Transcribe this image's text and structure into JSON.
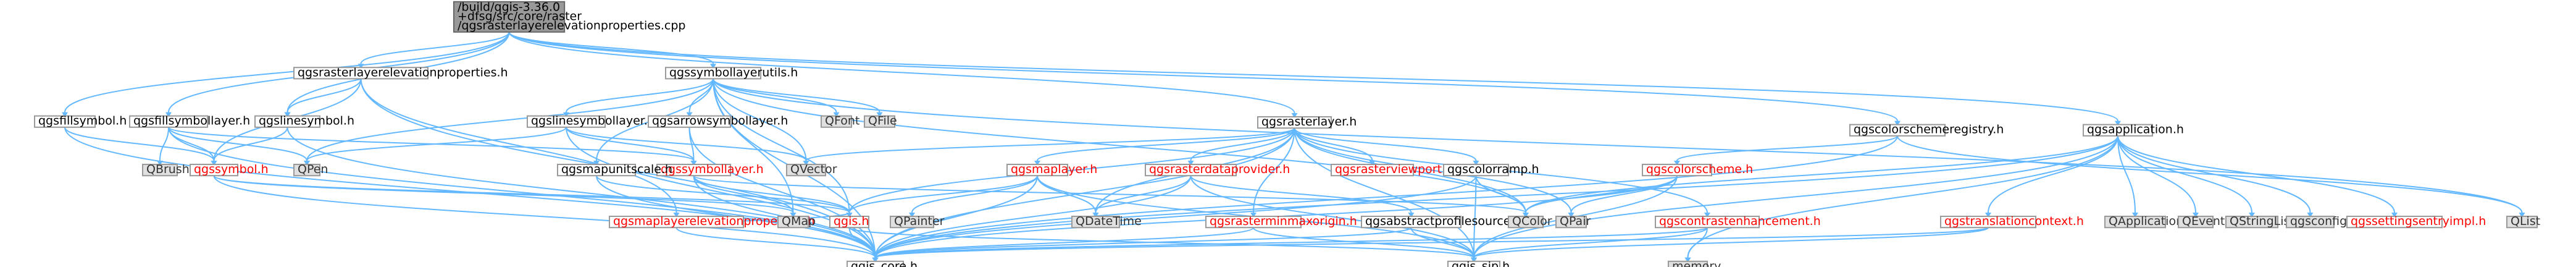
{
  "diagram": {
    "nodes": [
      {
        "id": "root",
        "lines": [
          "/build/qgis-3.36.0",
          "+dfsg/src/core/raster",
          "/qgsrasterlayerelevationproperties.cpp"
        ],
        "kind": "root"
      },
      {
        "id": "rlep_h",
        "lines": [
          "qgsrasterlayerelevationproperties.h"
        ],
        "kind": "normal"
      },
      {
        "id": "symlayerutils_h",
        "lines": [
          "qgssymbollayerutils.h"
        ],
        "kind": "normal"
      },
      {
        "id": "rasterlayer_h",
        "lines": [
          "qgsrasterlayer.h"
        ],
        "kind": "normal"
      },
      {
        "id": "colorschemereg_h",
        "lines": [
          "qgscolorschemeregistry.h"
        ],
        "kind": "normal"
      },
      {
        "id": "application_h",
        "lines": [
          "qgsapplication.h"
        ],
        "kind": "normal"
      },
      {
        "id": "fillsymbol_h",
        "lines": [
          "qgsfillsymbol.h"
        ],
        "kind": "normal"
      },
      {
        "id": "fillsymlayer_h",
        "lines": [
          "qgsfillsymbollayer.h"
        ],
        "kind": "normal"
      },
      {
        "id": "linesymbol_h",
        "lines": [
          "qgslinesymbol.h"
        ],
        "kind": "normal"
      },
      {
        "id": "linesymlayer_h",
        "lines": [
          "qgslinesymbollayer.h"
        ],
        "kind": "normal"
      },
      {
        "id": "arrowsymlayer_h",
        "lines": [
          "qgsarrowsymbollayer.h"
        ],
        "kind": "normal"
      },
      {
        "id": "QFont",
        "lines": [
          "QFont"
        ],
        "kind": "missing"
      },
      {
        "id": "QFile",
        "lines": [
          "QFile"
        ],
        "kind": "missing"
      },
      {
        "id": "QBrush",
        "lines": [
          "QBrush"
        ],
        "kind": "missing"
      },
      {
        "id": "symbol_h",
        "lines": [
          "qgssymbol.h"
        ],
        "kind": "red"
      },
      {
        "id": "QPen",
        "lines": [
          "QPen"
        ],
        "kind": "missing"
      },
      {
        "id": "symbollayer_h",
        "lines": [
          "qgssymbollayer.h"
        ],
        "kind": "red"
      },
      {
        "id": "QVector",
        "lines": [
          "QVector"
        ],
        "kind": "missing"
      },
      {
        "id": "mapunitscale_h",
        "lines": [
          "qgsmapunitscale.h"
        ],
        "kind": "normal"
      },
      {
        "id": "maplayer_h",
        "lines": [
          "qgsmaplayer.h"
        ],
        "kind": "red"
      },
      {
        "id": "rasterdataprov_h",
        "lines": [
          "qgsrasterdataprovider.h"
        ],
        "kind": "red"
      },
      {
        "id": "rasterviewport_h",
        "lines": [
          "qgsrasterviewport.h"
        ],
        "kind": "red"
      },
      {
        "id": "colorramp_h",
        "lines": [
          "qgscolorramp.h"
        ],
        "kind": "normal"
      },
      {
        "id": "colorscheme_h",
        "lines": [
          "qgscolorscheme.h"
        ],
        "kind": "red"
      },
      {
        "id": "mlep_h",
        "lines": [
          "qgsmaplayerelevationproperties.h"
        ],
        "kind": "red"
      },
      {
        "id": "QMap",
        "lines": [
          "QMap"
        ],
        "kind": "missing"
      },
      {
        "id": "qgis_h",
        "lines": [
          "qgis.h"
        ],
        "kind": "red"
      },
      {
        "id": "QPainter",
        "lines": [
          "QPainter"
        ],
        "kind": "missing"
      },
      {
        "id": "QDateTime",
        "lines": [
          "QDateTime"
        ],
        "kind": "missing"
      },
      {
        "id": "rastermin_h",
        "lines": [
          "qgsrasterminmaxorigin.h"
        ],
        "kind": "red"
      },
      {
        "id": "absprofile_h",
        "lines": [
          "qgsabstractprofilesource.h"
        ],
        "kind": "normal"
      },
      {
        "id": "QColor",
        "lines": [
          "QColor"
        ],
        "kind": "missing"
      },
      {
        "id": "QPair",
        "lines": [
          "QPair"
        ],
        "kind": "missing"
      },
      {
        "id": "contrast_h",
        "lines": [
          "qgscontrastenhancement.h"
        ],
        "kind": "red"
      },
      {
        "id": "translation_h",
        "lines": [
          "qgstranslationcontext.h"
        ],
        "kind": "red"
      },
      {
        "id": "QApplication",
        "lines": [
          "QApplication"
        ],
        "kind": "missing"
      },
      {
        "id": "QEvent",
        "lines": [
          "QEvent"
        ],
        "kind": "missing"
      },
      {
        "id": "QStringList",
        "lines": [
          "QStringList"
        ],
        "kind": "missing"
      },
      {
        "id": "qgsconfig_h",
        "lines": [
          "qgsconfig.h"
        ],
        "kind": "missing"
      },
      {
        "id": "settingsentry_h",
        "lines": [
          "qgssettingsentryimpl.h"
        ],
        "kind": "red"
      },
      {
        "id": "QList",
        "lines": [
          "QList"
        ],
        "kind": "missing"
      },
      {
        "id": "memory",
        "lines": [
          "memory"
        ],
        "kind": "missing"
      },
      {
        "id": "qgis_core_h",
        "lines": [
          "qgis_core.h"
        ],
        "kind": "normal"
      },
      {
        "id": "qgis_sip_h",
        "lines": [
          "qgis_sip.h"
        ],
        "kind": "normal"
      }
    ]
  }
}
